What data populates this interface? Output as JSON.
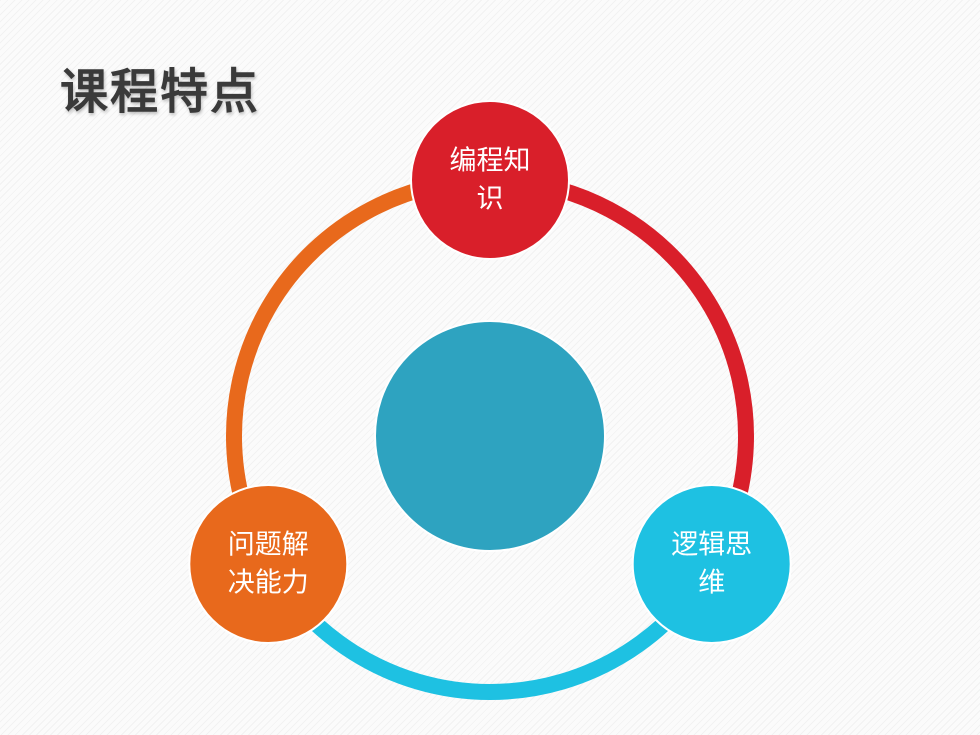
{
  "slide": {
    "title": "课程特点"
  },
  "diagram": {
    "type": "cycle",
    "nodes": [
      {
        "id": "programming",
        "lines": [
          "编程知",
          "识"
        ],
        "color": "#d91f2a"
      },
      {
        "id": "logic",
        "lines": [
          "逻辑思",
          "维"
        ],
        "color": "#1ec1e2"
      },
      {
        "id": "problem",
        "lines": [
          "问题解",
          "决能力"
        ],
        "color": "#e8691c"
      }
    ],
    "center": {
      "color": "#2ea3c0"
    },
    "arcs": [
      {
        "from": "programming",
        "to": "logic",
        "color": "#d91f2a"
      },
      {
        "from": "logic",
        "to": "problem",
        "color": "#1ec1e2"
      },
      {
        "from": "problem",
        "to": "programming",
        "color": "#e8691c"
      }
    ]
  }
}
